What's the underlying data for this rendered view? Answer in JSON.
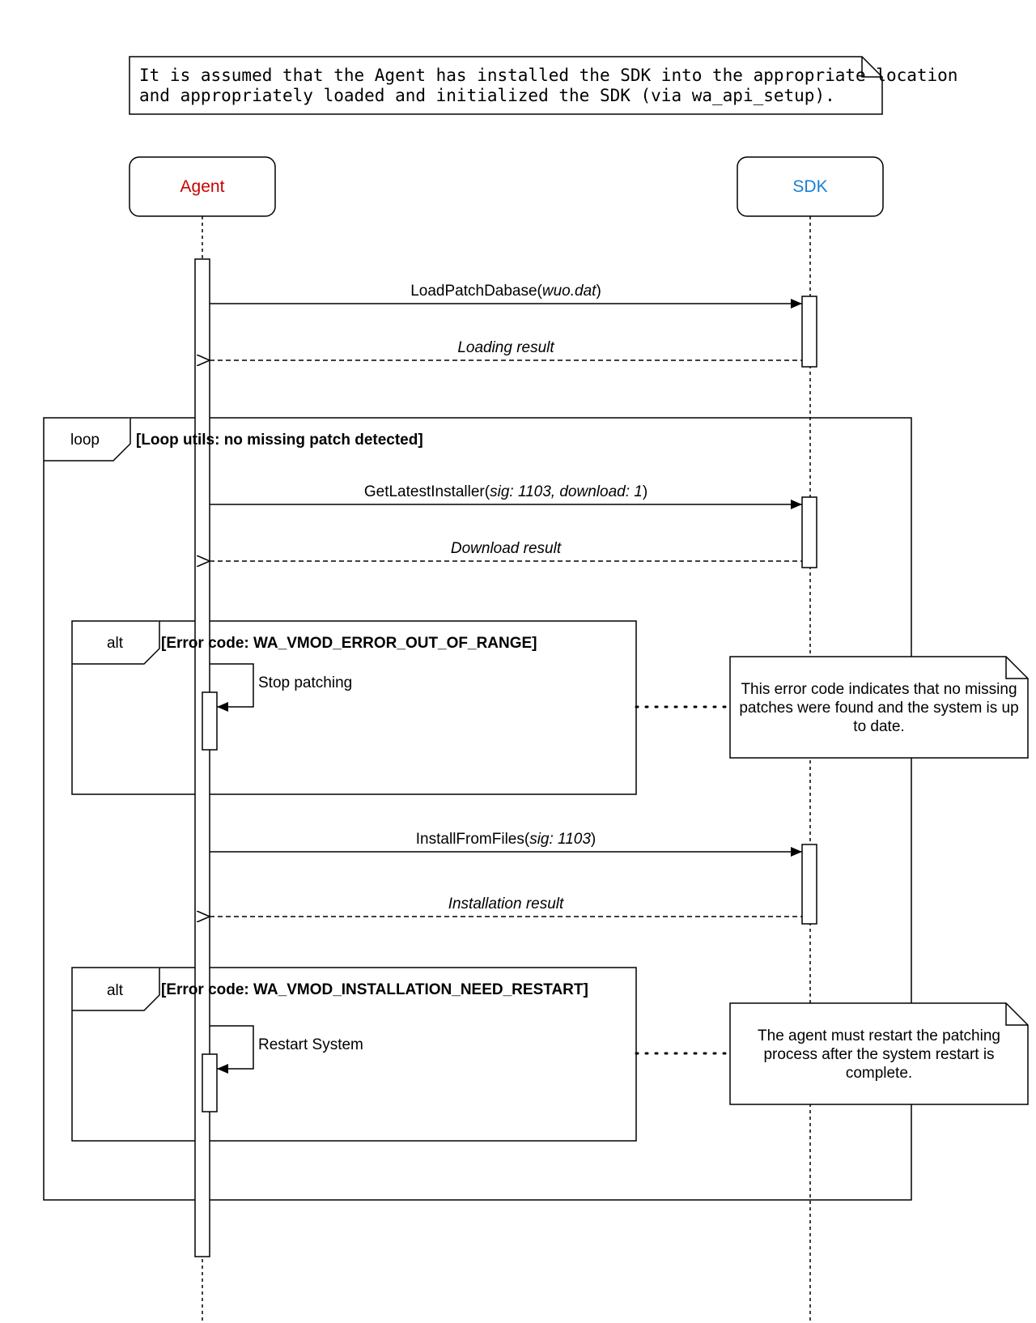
{
  "colors": {
    "stroke": "#000000",
    "agent": "#cc0000",
    "sdk": "#1a7fd4",
    "background": "#ffffff"
  },
  "top_note": {
    "line1": "It is assumed that the Agent has installed the SDK into the appropriate location",
    "line2": "and appropriately loaded and initialized the SDK (via wa_api_setup)."
  },
  "participants": {
    "agent": "Agent",
    "sdk": "SDK"
  },
  "messages": {
    "load": {
      "name": "LoadPatchDabase(",
      "arg": "wuo.dat",
      "close": ")"
    },
    "loading_result": "Loading result",
    "get": {
      "name": "GetLatestInstaller(",
      "arg": "sig: 1103, download: 1",
      "close": ")"
    },
    "download_result": "Download result",
    "install": {
      "name": "InstallFromFiles(",
      "arg": "sig: 1103",
      "close": ")"
    },
    "installation_result": "Installation result",
    "stop": "Stop patching",
    "restart": "Restart System"
  },
  "fragments": {
    "loop": {
      "keyword": "loop",
      "guard": "[Loop utils: no missing patch detected]"
    },
    "alt1": {
      "keyword": "alt",
      "guard": "[Error code: WA_VMOD_ERROR_OUT_OF_RANGE]"
    },
    "alt2": {
      "keyword": "alt",
      "guard": "[Error code: WA_VMOD_INSTALLATION_NEED_RESTART]"
    }
  },
  "notes": {
    "error": {
      "line1": "This error code indicates that no missing",
      "line2": "patches were found and the system is up",
      "line3": "to date."
    },
    "restart": {
      "line1": "The agent must restart the patching",
      "line2": "process after the system restart is",
      "line3": "complete."
    }
  }
}
